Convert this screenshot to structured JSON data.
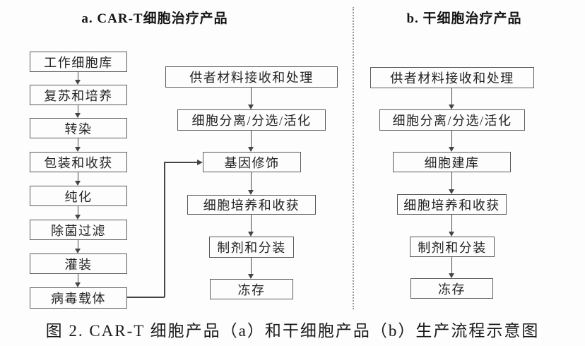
{
  "figure": {
    "section_a": {
      "title": "a. CAR-T细胞治疗产品",
      "vector_column": [
        "工作细胞库",
        "复苏和培养",
        "转染",
        "包装和收获",
        "纯化",
        "除菌过滤",
        "灌装",
        "病毒载体"
      ],
      "cell_column": [
        "供者材料接收和处理",
        "细胞分离/分选/活化",
        "基因修饰",
        "细胞培养和收获",
        "制剂和分装",
        "冻存"
      ]
    },
    "section_b": {
      "title": "b. 干细胞治疗产品",
      "cell_column": [
        "供者材料接收和处理",
        "细胞分离/分选/活化",
        "细胞建库",
        "细胞培养和收获",
        "制剂和分装",
        "冻存"
      ]
    },
    "caption": "图 2. CAR-T 细胞产品（a）和干细胞产品（b）生产流程示意图"
  },
  "colors": {
    "background": "#fdfdfd",
    "box_border": "#5a5a5a",
    "flow_line": "#454545",
    "text": "#1f1f1f",
    "divider": "#979797"
  }
}
